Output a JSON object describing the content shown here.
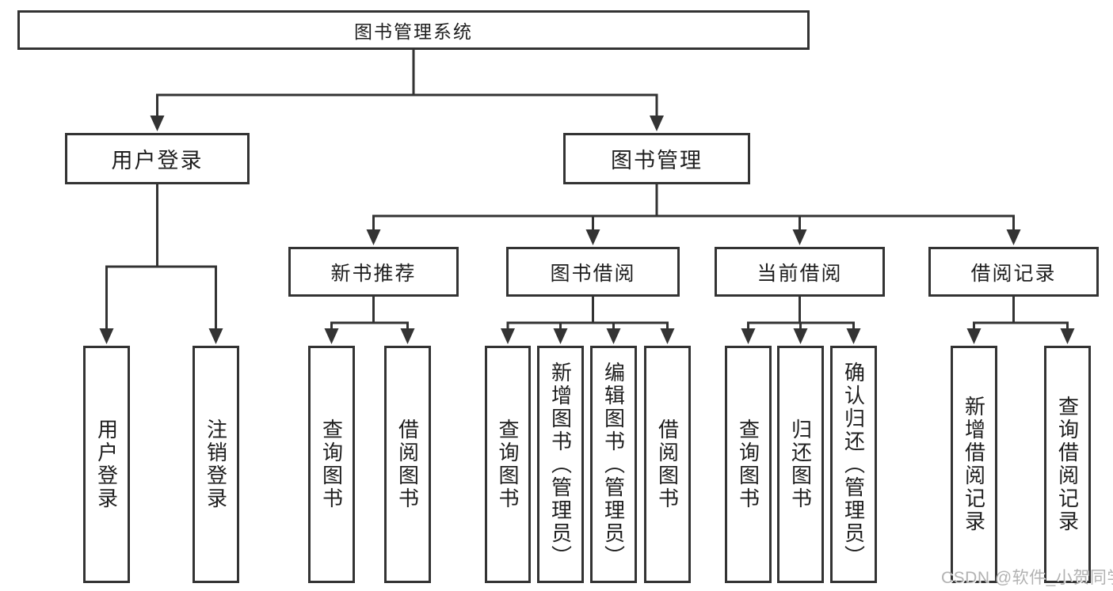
{
  "colors": {
    "line": "#333333",
    "text": "#1e1e1e",
    "background": "#ffffff",
    "watermark": "#b2b2b2"
  },
  "watermark": {
    "text": "CSDN @软件_小贺同学"
  },
  "tree": {
    "root": {
      "label": "图书管理系统"
    },
    "branches": [
      {
        "label": "用户登录",
        "children": [
          {
            "label": "用户登录"
          },
          {
            "label": "注销登录"
          }
        ]
      },
      {
        "label": "图书管理",
        "children": [
          {
            "label": "新书推荐",
            "children": [
              {
                "label": "查询图书"
              },
              {
                "label": "借阅图书"
              }
            ]
          },
          {
            "label": "图书借阅",
            "children": [
              {
                "label": "查询图书"
              },
              {
                "label": "新增图书（管理员）"
              },
              {
                "label": "编辑图书（管理员）"
              },
              {
                "label": "借阅图书"
              }
            ]
          },
          {
            "label": "当前借阅",
            "children": [
              {
                "label": "查询图书"
              },
              {
                "label": "归还图书"
              },
              {
                "label": "确认归还（管理员）"
              }
            ]
          },
          {
            "label": "借阅记录",
            "children": [
              {
                "label": "新增借阅记录"
              },
              {
                "label": "查询借阅记录"
              }
            ]
          }
        ]
      }
    ]
  }
}
